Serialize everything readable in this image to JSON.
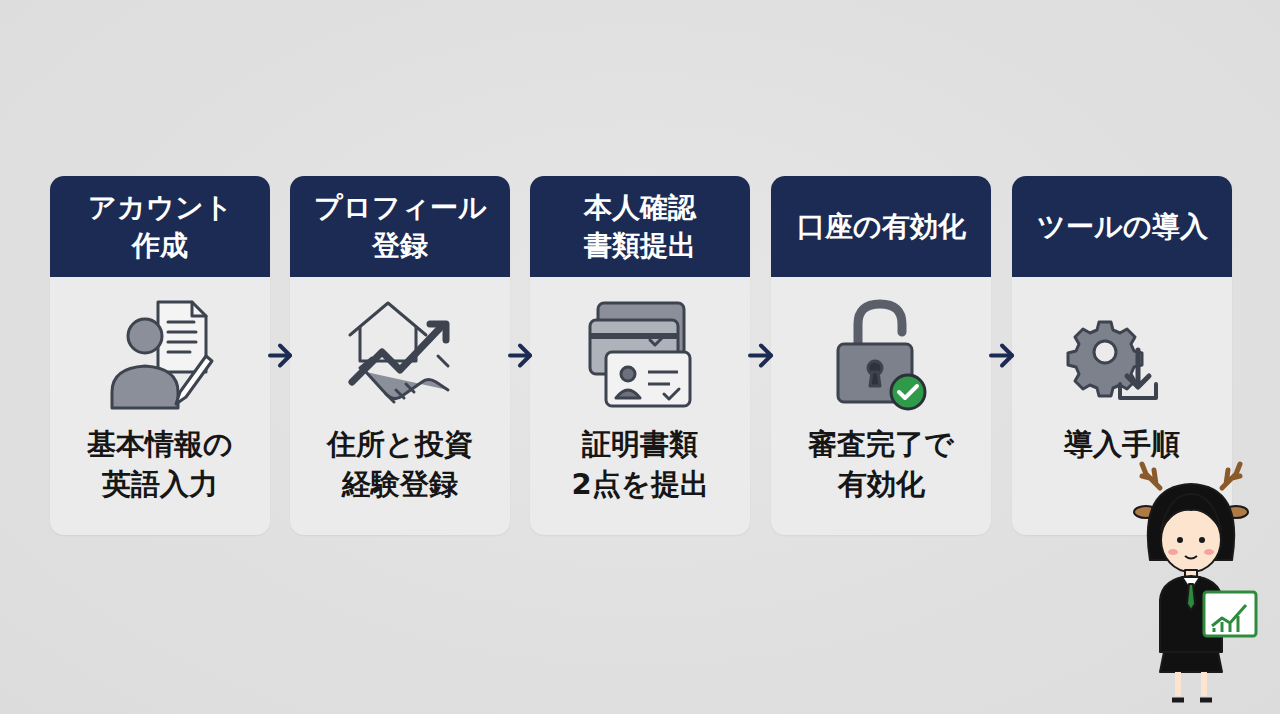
{
  "diagram": {
    "nodes": [
      {
        "text": [
          "アカウント 作成",
          "基本情報の 英語入力"
        ]
      },
      {
        "text": [
          "プロフィール 登録",
          "住所と投資 経験登録"
        ]
      },
      {
        "text": [
          "本人確認 書類提出",
          "証明書類 2点を提出"
        ]
      },
      {
        "text": [
          "口座の有効化",
          "審査完了で 有効化"
        ]
      },
      {
        "text": [
          "ツールの導入",
          "導入手順"
        ]
      }
    ],
    "edges": [
      {
        "from": 0,
        "to": 1,
        "arrow": "to"
      },
      {
        "from": 1,
        "to": 2,
        "arrow": "to"
      },
      {
        "from": 2,
        "to": 3,
        "arrow": "to"
      },
      {
        "from": 3,
        "to": 4,
        "arrow": "to"
      }
    ]
  }
}
